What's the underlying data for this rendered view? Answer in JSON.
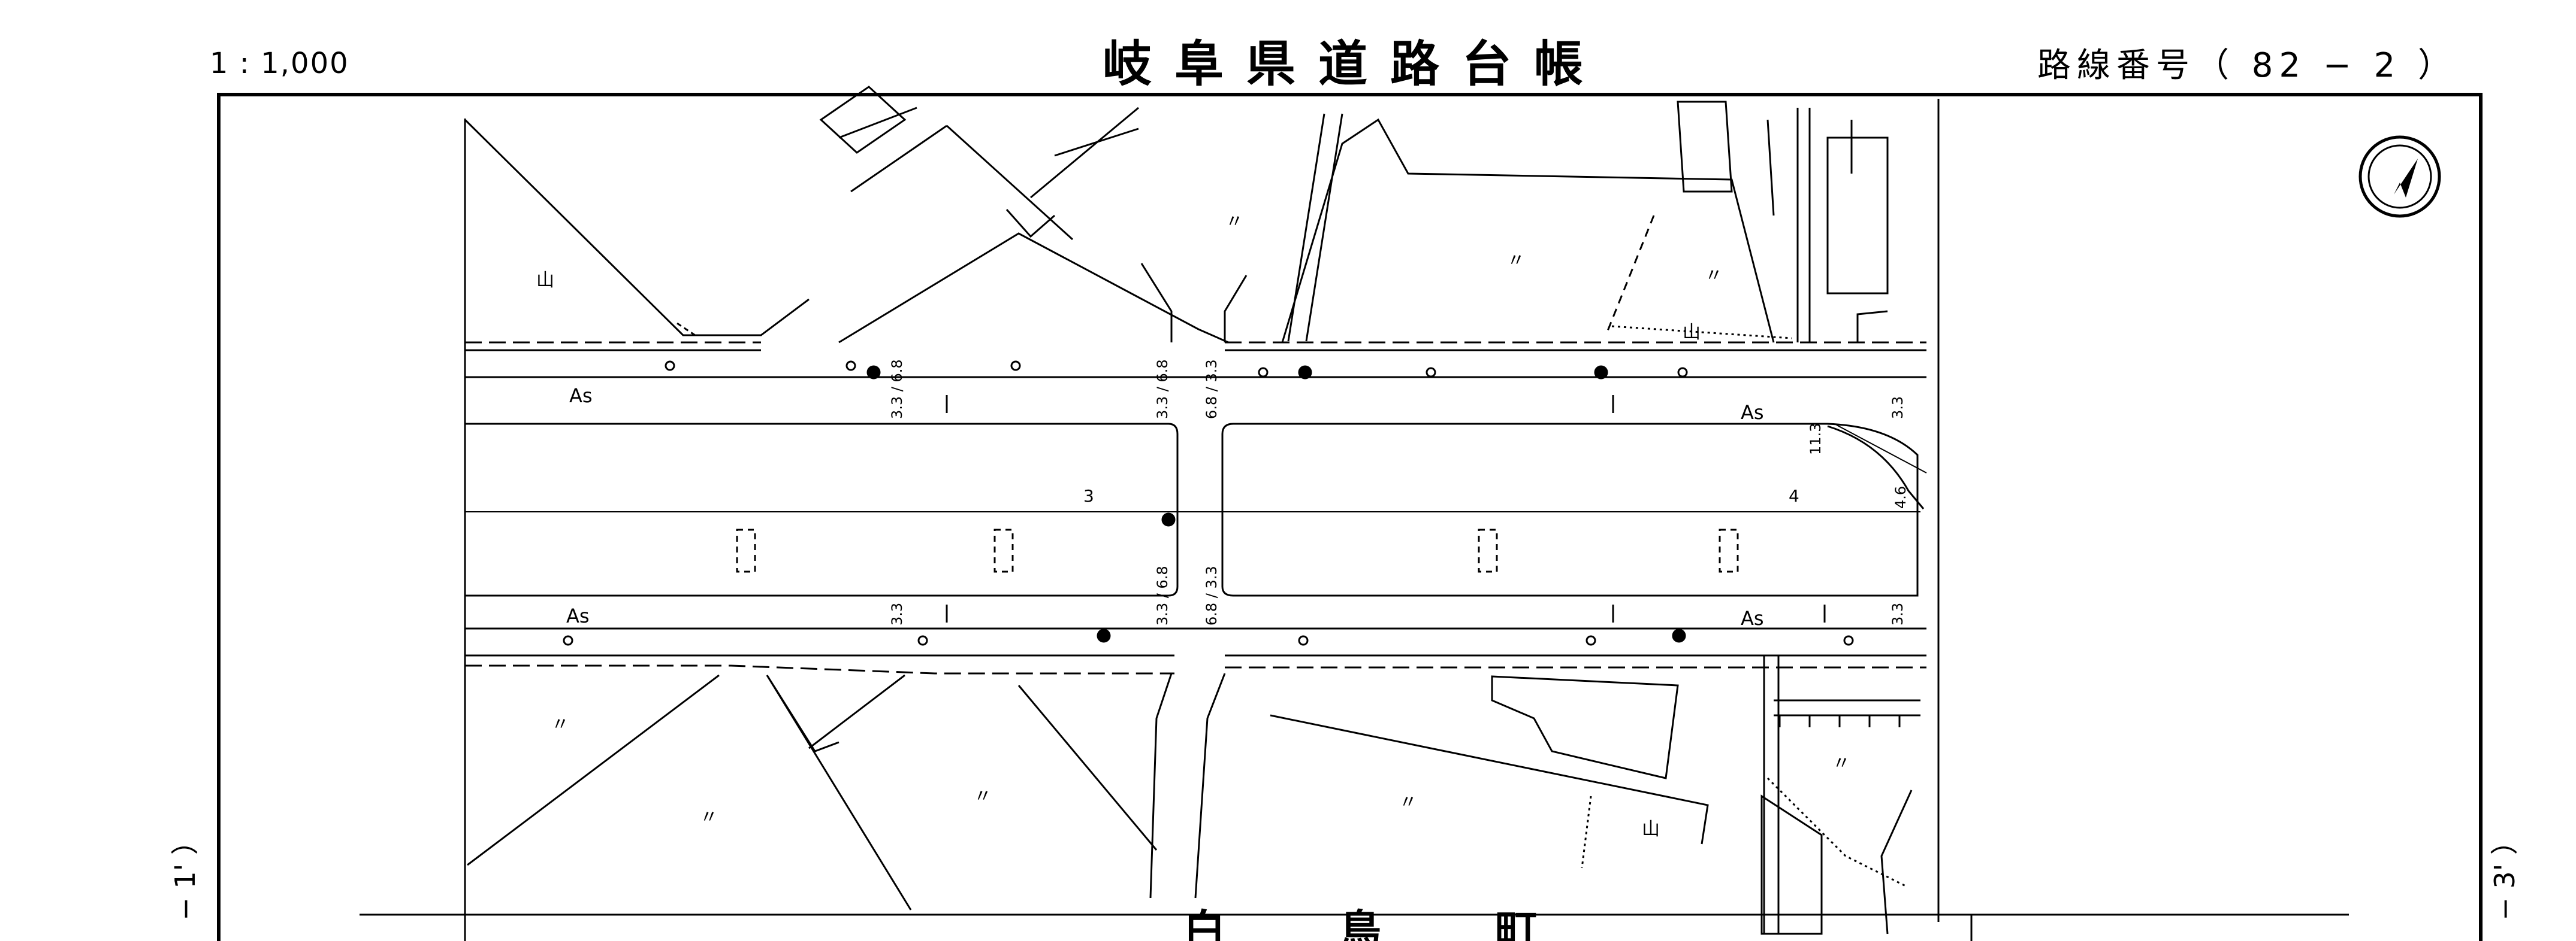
{
  "header": {
    "scale": "1 : 1,000",
    "title": "岐阜県道路台帳",
    "route": "路線番号（ 82 − 2 ）"
  },
  "map": {
    "sheet_left": "− 1' ）",
    "sheet_right": "− 3' ）",
    "town_name": "白　鳥　町",
    "road_labels": [
      "As",
      "As",
      "As",
      "As"
    ],
    "station_marks": [
      "3",
      "4"
    ],
    "widths": {
      "nw": "3.3 / 6.8",
      "n1": "3.3 / 6.8",
      "n2": "6.8 / 3.3",
      "ne1": "11.3",
      "ne2": "3.3",
      "ne3": "4.6",
      "sw": "3.3",
      "s1": "3.3 / 6.8",
      "s2": "6.8 / 3.3",
      "se": "3.3"
    },
    "land_marks": [
      "山",
      "〃",
      "〃",
      "〃",
      "〃",
      "〃",
      "〃",
      "〃",
      "〃",
      "山",
      "山"
    ],
    "north_arrow": "north-arrow-icon",
    "line_color": "#000000"
  }
}
